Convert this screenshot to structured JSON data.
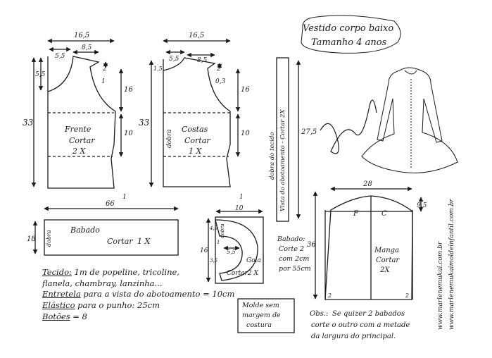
{
  "title": {
    "line1": "Vestido corpo baixo",
    "line2": "Tamanho 4 anos"
  },
  "author_signature": "Marlene Mukai",
  "pieces": {
    "frente": {
      "name": "Frente",
      "cut": "Cortar",
      "qty": "2 X",
      "dims": {
        "width": "16,5",
        "a": "5,5",
        "b": "8,5",
        "shoulder_drop": "2",
        "neck_drop": "5,5",
        "curve": "1",
        "armhole": "16",
        "side": "10",
        "total": "33",
        "hem": "1"
      }
    },
    "costas": {
      "name": "Costas",
      "cut": "Cortar",
      "qty": "1 X",
      "fold": "dobra",
      "dims": {
        "width": "16,5",
        "a": "5,5",
        "b": "8,5",
        "neck_drop": "1,5",
        "shoulder_drop": "2",
        "curve": "0,3",
        "armhole": "16",
        "side": "10",
        "total": "33",
        "hem": "1"
      }
    },
    "vista": {
      "label": "Vista do abotoamento - Cortar 2X",
      "fold": "dobra do tecido",
      "length": "27,5"
    },
    "babado": {
      "name": "Babado",
      "cut": "Cortar",
      "qty": "1 X",
      "fold": "dobra",
      "width": "66",
      "height": "18"
    },
    "gola": {
      "name": "Gola",
      "cut": "Cortar",
      "qty": "2 X",
      "fold": "dobra",
      "width": "10",
      "height": "16",
      "inner_a": "4,5",
      "inner_b": "5,5",
      "inner_c": "3,5",
      "inner_d": "1"
    },
    "manga": {
      "name": "Manga",
      "cut": "Cortar",
      "qty": "2X",
      "width": "28",
      "cap": "9,5",
      "length": "36",
      "f": "F",
      "c": "C",
      "hem_a": "2",
      "hem_b": "2"
    }
  },
  "notes": {
    "tecido_label": "Tecido:",
    "tecido": "1m de popeline, tricoline,",
    "tecido2": "flanela, chambray, lanzinha...",
    "entretela_label": "Entretela",
    "entretela": "para a vista do abotoamento = 10cm",
    "elastico_label": "Elástico",
    "elastico": "para o punho: 25cm",
    "botoes_label": "Botões",
    "botoes": "= 8"
  },
  "babado_note": {
    "label": "Babado:",
    "line1": "Corte 2",
    "line2": "com 2cm",
    "line3": "por 55cm"
  },
  "margin_box": {
    "line1": "Molde sem",
    "line2": "margem de",
    "line3": "costura"
  },
  "obs": {
    "label": "Obs.:",
    "line1": "Se quizer 2 babados",
    "line2": "corte o outro com a metade",
    "line3": "da largura do principal."
  },
  "site": {
    "line1": "www.marlenemukai.com.br",
    "line2": "www.marlenemukaimoldeinfantil.com.br"
  }
}
